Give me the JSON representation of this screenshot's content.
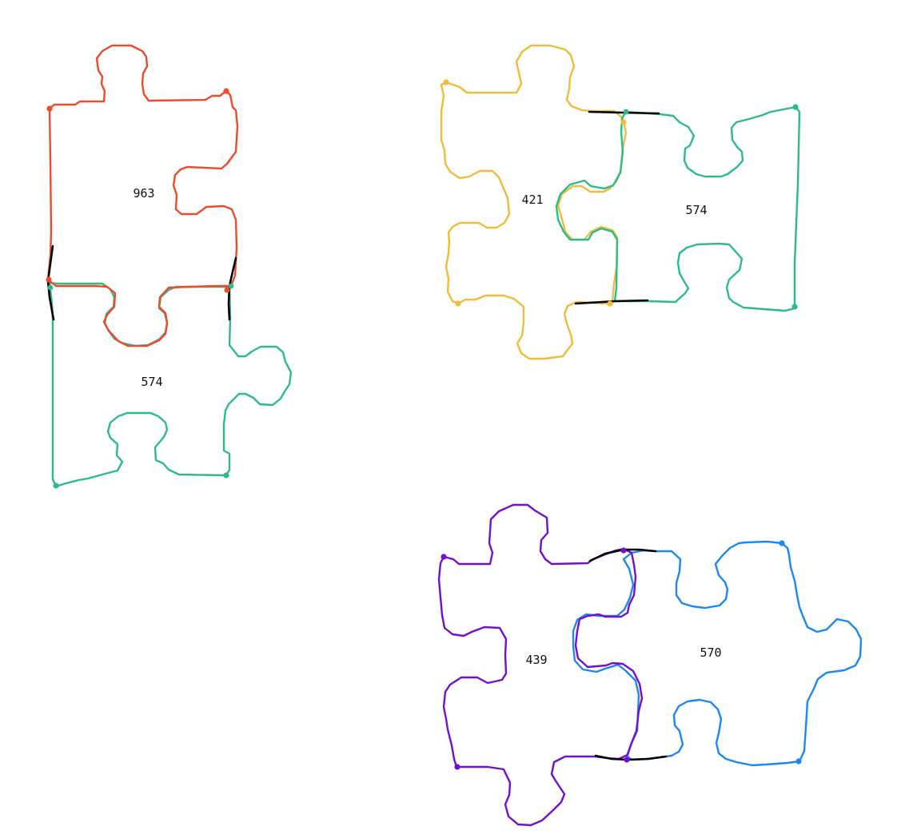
{
  "colors": {
    "red": "#ef4a2c",
    "green": "#2dbb89",
    "yellow": "#f0bd3a",
    "purple": "#7310cf",
    "blue": "#1e88f0",
    "seam": "#000000"
  },
  "pieces": [
    {
      "id": "963",
      "color": "#ef4a2c",
      "group": "top-left"
    },
    {
      "id": "574",
      "color": "#2dbb89",
      "group": "top-left"
    },
    {
      "id": "421",
      "color": "#f0bd3a",
      "group": "top-right"
    },
    {
      "id": "574",
      "color": "#2dbb89",
      "group": "top-right"
    },
    {
      "id": "439",
      "color": "#7310cf",
      "group": "bottom-right"
    },
    {
      "id": "570",
      "color": "#1e88f0",
      "group": "bottom-right"
    }
  ],
  "labels": {
    "red_top_left": "963",
    "green_top_left": "574",
    "yellow_top_right": "421",
    "green_top_right": "574",
    "purple_bottom_right": "439",
    "blue_bottom_right": "570"
  }
}
